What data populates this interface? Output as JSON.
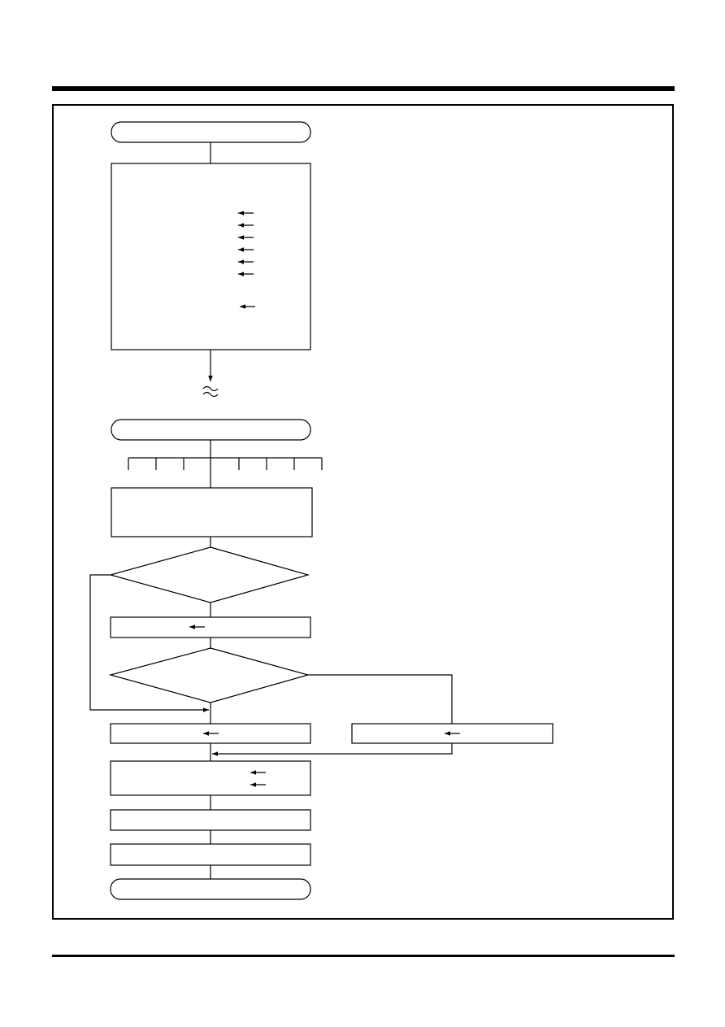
{
  "page": {
    "background": "#ffffff",
    "ink": "#000000"
  },
  "diagram": {
    "type": "flowchart",
    "labels_printed": false,
    "flow_direction": "top-to-bottom",
    "terminators": 3,
    "process_boxes": 8,
    "decisions": 2,
    "branch_ticks": 8,
    "main_box_arrow_marks": 7,
    "init_box_arrow_marks": 2,
    "continuation_symbol": "break-mark"
  }
}
